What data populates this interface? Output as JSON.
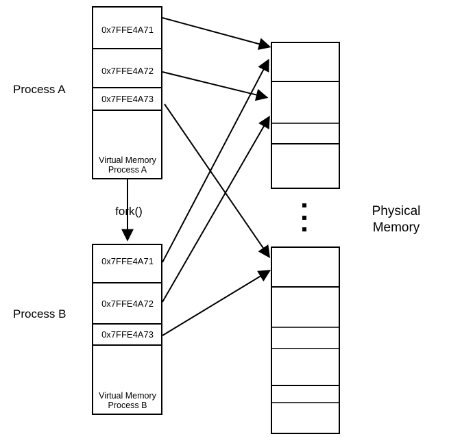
{
  "colors": {
    "background": "#ffffff",
    "line": "#000000",
    "text": "#000000"
  },
  "labels": {
    "process_a": "Process A",
    "process_b": "Process B",
    "fork": "fork()",
    "physical_memory": [
      "Physical",
      "Memory"
    ]
  },
  "virtual_memory_a": {
    "addresses": [
      "0x7FFE4A71",
      "0x7FFE4A72",
      "0x7FFE4A73"
    ],
    "caption": [
      "Virtual Memory",
      "Process A"
    ]
  },
  "virtual_memory_b": {
    "addresses": [
      "0x7FFE4A71",
      "0x7FFE4A72",
      "0x7FFE4A73"
    ],
    "caption": [
      "Virtual Memory",
      "Process B"
    ]
  },
  "physical_memory": {
    "top_box_cell_count": 4,
    "bottom_box_cell_count": 6,
    "ellipsis_between_boxes": "vertical-dots"
  },
  "arrows": [
    {
      "from": "process-a-address-0x7FFE4A71",
      "to": "physical-top-box-cell-1"
    },
    {
      "from": "process-a-address-0x7FFE4A72",
      "to": "physical-top-box-cell-2"
    },
    {
      "from": "process-a-address-0x7FFE4A73",
      "to": "physical-bottom-box-cell-1"
    },
    {
      "from": "process-b-address-0x7FFE4A71",
      "to": "physical-top-box-cell-1"
    },
    {
      "from": "process-b-address-0x7FFE4A72",
      "to": "physical-top-box-cell-3"
    },
    {
      "from": "process-b-address-0x7FFE4A73",
      "to": "physical-bottom-box-cell-1"
    },
    {
      "from": "virtual-memory-box-a",
      "to": "virtual-memory-box-b",
      "label": "fork()"
    }
  ]
}
